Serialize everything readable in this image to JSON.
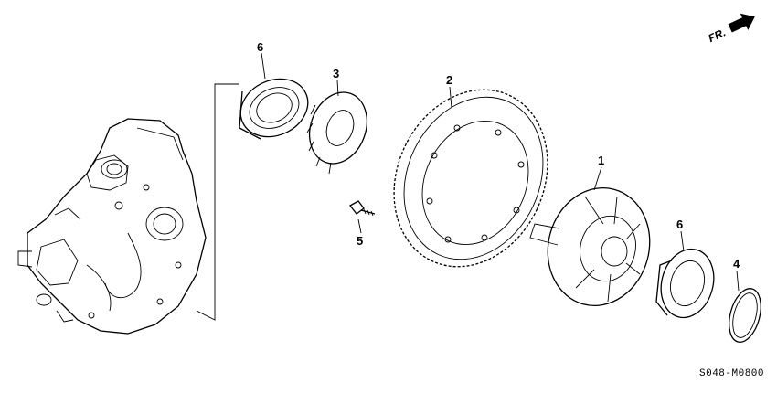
{
  "diagram": {
    "part_code": "S048-M0800",
    "direction_label": "FR.",
    "callouts": [
      {
        "id": "c1",
        "label": "1"
      },
      {
        "id": "c2",
        "label": "2"
      },
      {
        "id": "c3",
        "label": "3"
      },
      {
        "id": "c4",
        "label": "4"
      },
      {
        "id": "c5",
        "label": "5"
      },
      {
        "id": "c6a",
        "label": "6"
      },
      {
        "id": "c6b",
        "label": "6"
      }
    ]
  }
}
